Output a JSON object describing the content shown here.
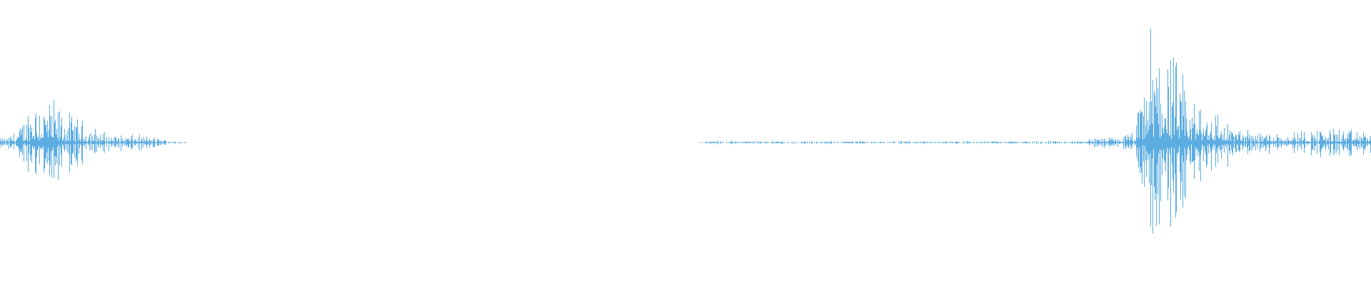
{
  "waveform": {
    "color": "#5DADE2",
    "background": "#ffffff",
    "bucket_count": 96,
    "envelope": [
      0.03,
      0.12,
      0.36,
      0.28,
      0.2,
      0.15,
      0.1,
      0.06,
      0.05,
      0.05,
      0.04,
      0.02,
      0.01,
      0,
      0,
      0,
      0,
      0,
      0,
      0,
      0,
      0,
      0,
      0,
      0,
      0,
      0,
      0,
      0,
      0,
      0,
      0,
      0,
      0,
      0,
      0,
      0,
      0,
      0,
      0,
      0,
      0,
      0,
      0,
      0,
      0,
      0,
      0,
      0,
      0.01,
      0.015,
      0.01,
      0.01,
      0.01,
      0.01,
      0.01,
      0.01,
      0.01,
      0.01,
      0.01,
      0.01,
      0.01,
      0.01,
      0.01,
      0.01,
      0.01,
      0.01,
      0.01,
      0.01,
      0.01,
      0.01,
      0.01,
      0.01,
      0.01,
      0.01,
      0.01,
      0.03,
      0.03,
      0.04,
      0.08,
      0.7,
      0.75,
      0.45,
      0.3,
      0.3,
      0.18,
      0.1,
      0.08,
      0.08,
      0.08,
      0.08,
      0.08,
      0.09,
      0.1,
      0.08,
      0.08
    ]
  }
}
